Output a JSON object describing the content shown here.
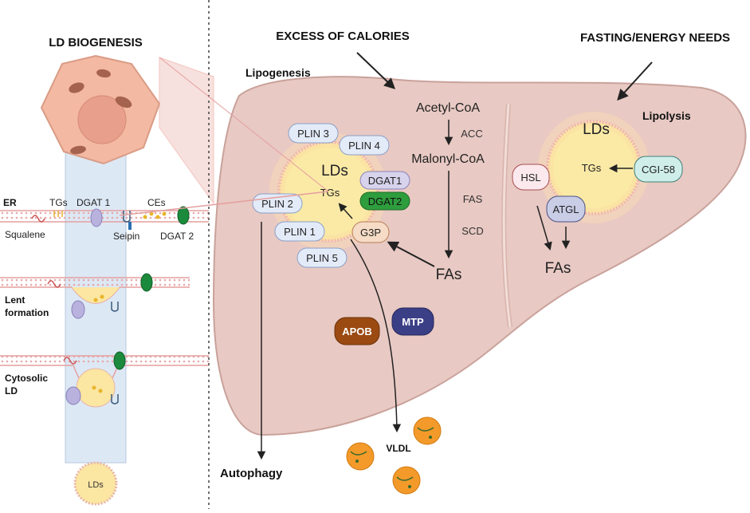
{
  "left_panel": {
    "title": "LD BIOGENESIS",
    "er_label": "ER",
    "tgs_label": "TGs",
    "dgat1_label": "DGAT 1",
    "ces_label": "CEs",
    "squalene_label": "Squalene",
    "seipin_label": "Seipin",
    "dgat2_label": "DGAT 2",
    "lent_formation_line1": "Lent",
    "lent_formation_line2": "formation",
    "cytosolic_line1": "Cytosolic",
    "cytosolic_line2": "LD",
    "ld_bottom_label": "LDs"
  },
  "center": {
    "excess_title": "EXCESS OF CALORIES",
    "lipogenesis": "Lipogenesis",
    "acetyl_coa": "Acetyl-CoA",
    "acc": "ACC",
    "malonyl_coa": "Malonyl-CoA",
    "fas": "FAS",
    "scd": "SCD",
    "fas_product": "FAs",
    "g3p": "G3P",
    "lds": "LDs",
    "tgs": "TGs",
    "dgat1": "DGAT1",
    "dgat2": "DGAT2",
    "plin3": "PLIN 3",
    "plin4": "PLIN 4",
    "plin2": "PLIN 2",
    "plin1": "PLIN 1",
    "plin5": "PLIN 5",
    "apob": "APOB",
    "mtp": "MTP",
    "vldl": "VLDL",
    "autophagy": "Autophagy"
  },
  "right": {
    "fasting_title": "FASTING/ENERGY NEEDS",
    "lipolysis": "Lipolysis",
    "lds": "LDs",
    "tgs": "TGs",
    "cgi58": "CGI-58",
    "hsl": "HSL",
    "atgl": "ATGL",
    "fas": "FAs"
  },
  "colors": {
    "liver_fill": "#e8c9c3",
    "liver_stroke": "#c9a29b",
    "ld_core": "#fbeaa6",
    "ld_rim": "#fbd9a6",
    "plin_fill": "#e4ebf8",
    "plin_stroke": "#8aa0c8",
    "dgat1_fill": "#d7d3ec",
    "dgat2_fill": "#2e9d3d",
    "apob_fill": "#9b4a12",
    "mtp_fill": "#3b3f86",
    "cgi58_fill": "#cfeeea",
    "hsl_fill": "#fbe9ee",
    "atgl_fill": "#c9cde6",
    "g3p_fill": "#f6dcc6",
    "vldl_fill": "#f39a2a"
  }
}
